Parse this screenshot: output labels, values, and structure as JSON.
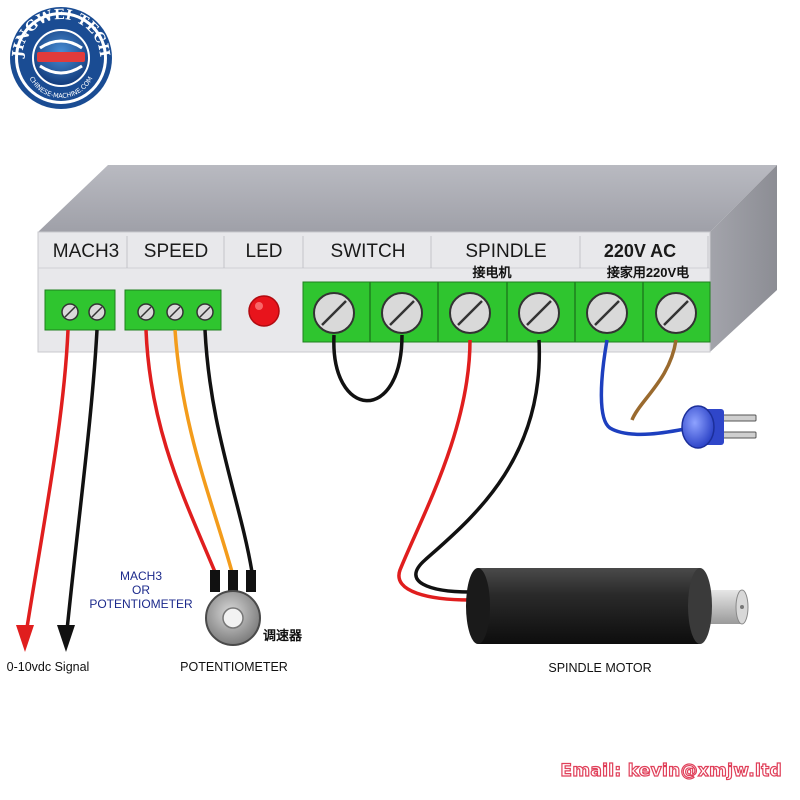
{
  "logo": {
    "text": "JINGWEI TECH",
    "subtext": "CHINESE-MACHINE.COM"
  },
  "panel_labels": {
    "mach3": "MACH3",
    "speed": "SPEED",
    "led": "LED",
    "switch": "SWITCH",
    "spindle": "SPINDLE",
    "ac": "220V AC"
  },
  "panel_sublabels": {
    "spindle_cn": "接电机",
    "ac_cn": "接家用220V电"
  },
  "notes": {
    "signal": "0-10vdc Signal",
    "mach3_line1": "MACH3",
    "mach3_line2": "OR",
    "mach3_line3": "POTENTIOMETER",
    "potentiometer": "POTENTIOMETER",
    "potentiometer_cn": "调速器",
    "spindle_motor": "SPINDLE MOTOR"
  },
  "footer": {
    "email": "Email: kevin@xmjw.ltd"
  },
  "colors": {
    "terminal_green": "#2fc52f",
    "led_red": "#e8141c",
    "wire_red": "#e01e1e",
    "wire_black": "#111111",
    "wire_orange": "#f39c1b",
    "wire_blue": "#1d3fbf",
    "wire_brown": "#9a6a2e",
    "box_top": "#a9aab2",
    "box_front": "#e9e9ec"
  }
}
